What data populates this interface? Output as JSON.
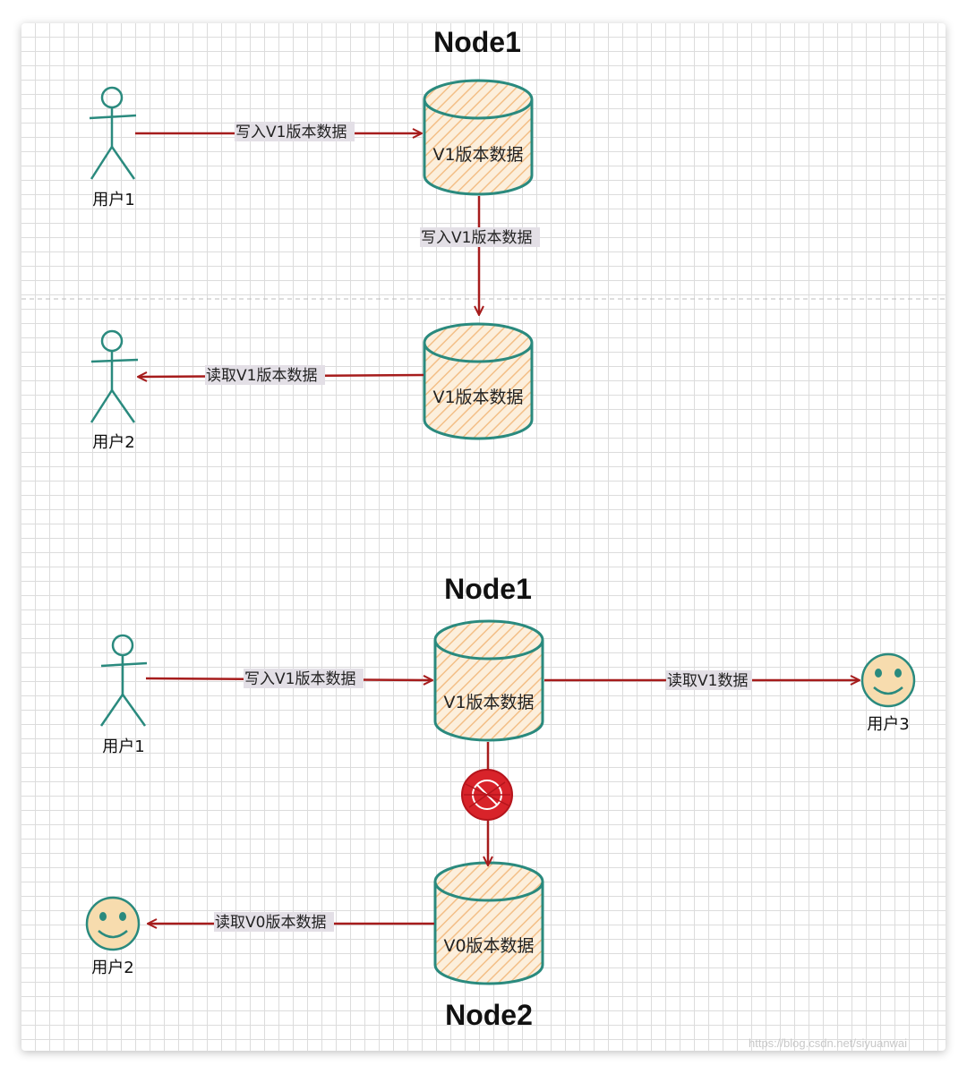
{
  "scenario1": {
    "node_title": "Node1",
    "db_top_label": "V1版本数据",
    "db_bottom_label": "V1版本数据",
    "edge_write_label": "写入V1版本数据",
    "edge_sync_label": "写入V1版本数据",
    "edge_read_label": "读取V1版本数据",
    "user1_label": "用户1",
    "user2_label": "用户2"
  },
  "scenario2": {
    "node1_title": "Node1",
    "node2_title": "Node2",
    "db_node1_label": "V1版本数据",
    "db_node2_label": "V0版本数据",
    "edge_write_label": "写入V1版本数据",
    "edge_read_v1_label": "读取V1数据",
    "edge_read_v0_label": "读取V0版本数据",
    "user1_label": "用户1",
    "user2_label": "用户2",
    "user3_label": "用户3"
  },
  "watermark": "https://blog.csdn.net/siyuanwai",
  "colors": {
    "stroke_teal": "#2a8a7e",
    "arrow_red": "#a61c1c",
    "db_fill": "#f7d9b5",
    "label_bg": "#e3dfe6",
    "smiley_fill": "#f7dcae",
    "block_red": "#d8232a"
  }
}
